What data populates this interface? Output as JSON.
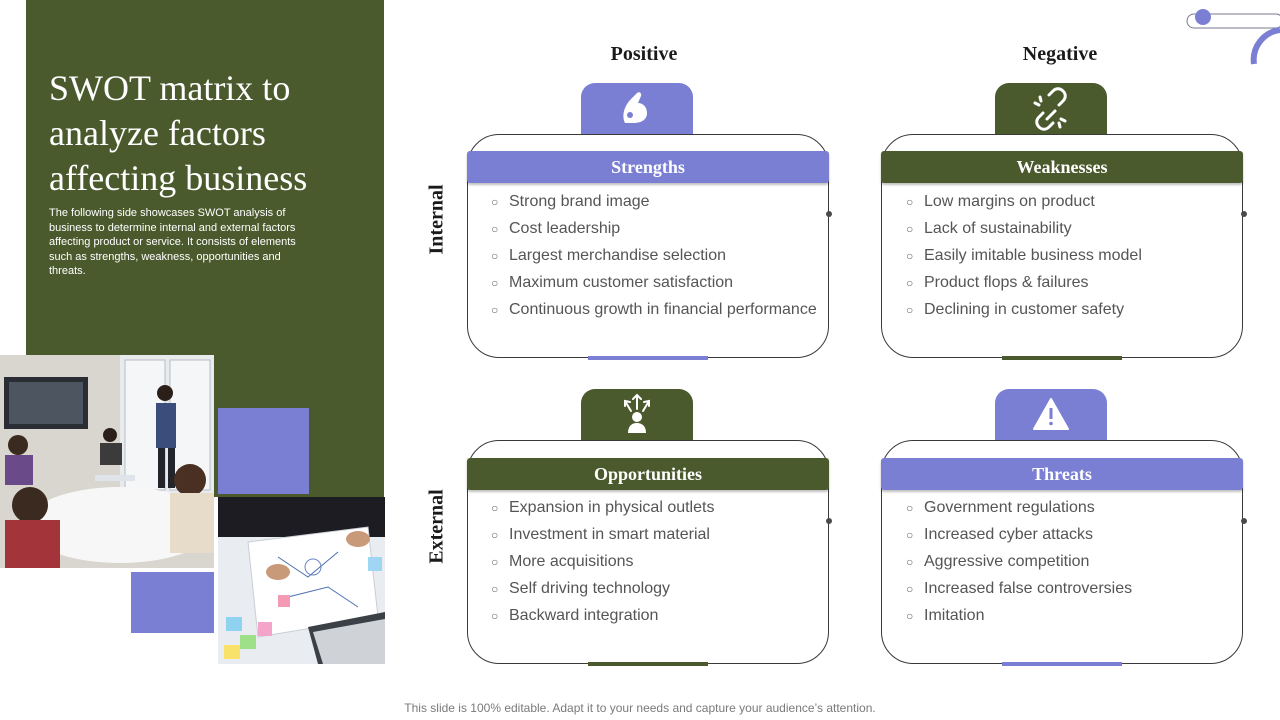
{
  "slide": {
    "title": "SWOT matrix to analyze factors affecting business",
    "description": "The following side showcases SWOT analysis of business to determine internal and external factors affecting product or service. It consists of elements such as strengths, weakness, opportunities and threats.",
    "footer": "This slide is 100% editable. Adapt it to your needs and capture your audience’s attention."
  },
  "matrix": {
    "columns": [
      "Positive",
      "Negative"
    ],
    "rows": [
      "Internal",
      "External"
    ],
    "quadrants": [
      {
        "title": "Strengths",
        "icon": "flexed-arm-icon",
        "color": "#7a7fd4",
        "items": [
          "Strong brand image",
          "Cost leadership",
          "Largest merchandise selection",
          "Maximum customer satisfaction",
          "Continuous growth in financial performance"
        ]
      },
      {
        "title": "Weaknesses",
        "icon": "broken-link-icon",
        "color": "#4b5a2d",
        "items": [
          "Low margins on product",
          "Lack of sustainability",
          "Easily imitable business model",
          "Product flops & failures",
          "Declining in customer safety"
        ]
      },
      {
        "title": "Opportunities",
        "icon": "person-arrows-icon",
        "color": "#4b5a2d",
        "items": [
          "Expansion in physical outlets",
          "Investment  in smart material",
          "More acquisitions",
          "Self driving technology",
          "Backward integration"
        ]
      },
      {
        "title": "Threats",
        "icon": "warning-icon",
        "color": "#7a7fd4",
        "items": [
          "Government regulations",
          "Increased cyber attacks",
          "Aggressive competition",
          "Increased false controversies",
          "Imitation"
        ]
      }
    ]
  },
  "colors": {
    "green": "#4b5a2d",
    "purple": "#7a7fd4"
  }
}
